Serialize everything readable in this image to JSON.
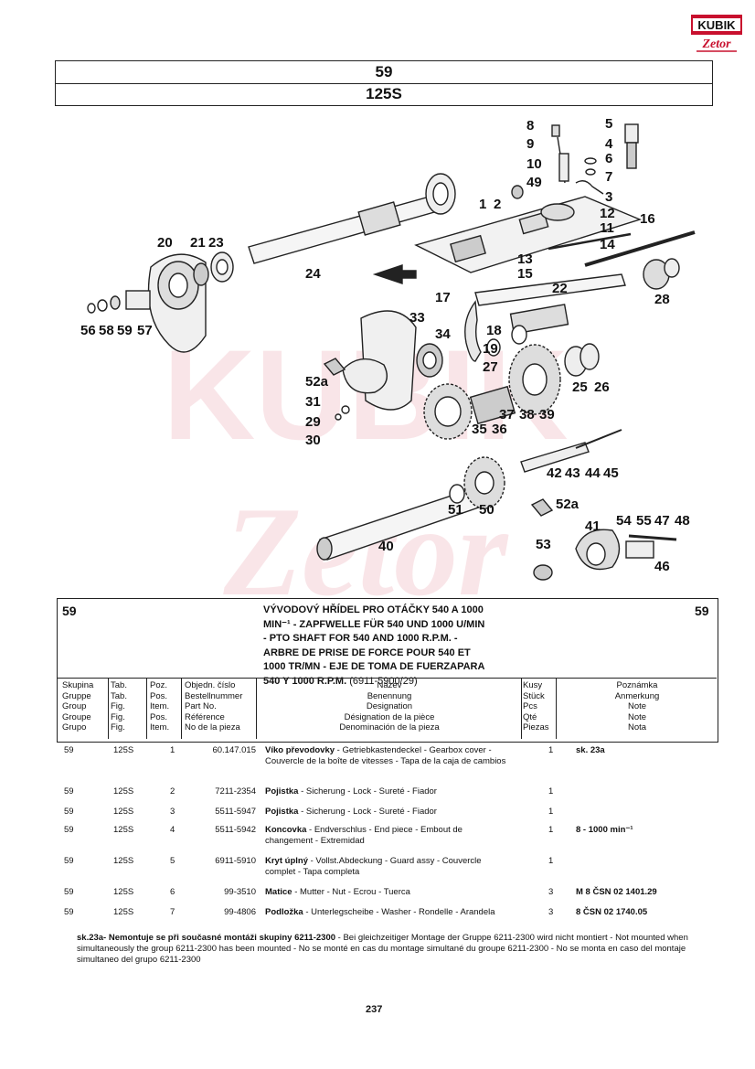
{
  "logo": {
    "top": "KUBIK",
    "bottom": "Zetor"
  },
  "header": {
    "group": "59",
    "tab": "125S"
  },
  "diagram": {
    "labels": [
      "8",
      "5",
      "9",
      "4",
      "10",
      "6",
      "49",
      "7",
      "3",
      "1",
      "2",
      "12",
      "16",
      "11",
      "14",
      "13",
      "15",
      "20",
      "21",
      "23",
      "24",
      "22",
      "28",
      "17",
      "18",
      "19",
      "27",
      "33",
      "34",
      "56",
      "58",
      "59",
      "57",
      "52a",
      "31",
      "29",
      "30",
      "25",
      "26",
      "37",
      "35",
      "36",
      "38",
      "39",
      "42",
      "43",
      "44",
      "45",
      "51",
      "50",
      "52a",
      "40",
      "41",
      "54",
      "55",
      "47",
      "48",
      "53",
      "46"
    ]
  },
  "section": {
    "group_left": "59",
    "group_right": "59",
    "title_lines": [
      "VÝVODOVÝ HŘÍDEL PRO OTÁČKY 540 A 1000",
      "MIN⁻¹ - ZAPFWELLE FÜR 540 UND 1000 U/MIN",
      "- PTO SHAFT FOR 540 AND 1000 R.P.M. -",
      "ARBRE DE PRISE DE FORCE POUR 540 ET",
      "1000 TR/MN - EJE DE TOMA DE FUERZAPARA"
    ],
    "title_last_bold": "540 Y 1000 R.P.M.",
    "title_last_normal": " (6911-5900/29)"
  },
  "columns": {
    "skupina": "Skupina\nGruppe\nGroup\nGroupe\nGrupo",
    "tab": "Tab.\nTab.\nFig.\nFig.\nFig.",
    "poz": "Poz.\nPos.\nItem.\nPos.\nItem.",
    "part": "Objedn. číslo\nBestellnummer\nPart No.\nRéférence\nNo de la pieza",
    "name": "Název\nBenennung\nDesignation\nDésignation de la pièce\nDenominación de la pieza",
    "qty": "Kusy\nStück\nPcs\nQté\nPiezas",
    "note": "Poznámka\nAnmerkung\nNote\nNote\nNota"
  },
  "rows": [
    {
      "sk": "59",
      "tab": "125S",
      "poz": "1",
      "num": "60.147.015",
      "name": "Víko převodovky",
      "desc": " - Getriebkastendeckel - Gearbox cover - Couvercle de la boîte de vitesses - Tapa de la caja de cambios",
      "qty": "1",
      "note": "sk. 23a"
    },
    {
      "sk": "59",
      "tab": "125S",
      "poz": "2",
      "num": "7211-2354",
      "name": "Pojistka",
      "desc": " - Sicherung - Lock - Sureté - Fiador",
      "qty": "1",
      "note": ""
    },
    {
      "sk": "59",
      "tab": "125S",
      "poz": "3",
      "num": "5511-5947",
      "name": "Pojistka",
      "desc": " - Sicherung - Lock - Sureté - Fiador",
      "qty": "1",
      "note": ""
    },
    {
      "sk": "59",
      "tab": "125S",
      "poz": "4",
      "num": "5511-5942",
      "name": "Koncovka",
      "desc": " - Endverschlus - End piece - Embout de changement - Extremidad",
      "qty": "1",
      "note": "8 - 1000 min⁻¹"
    },
    {
      "sk": "59",
      "tab": "125S",
      "poz": "5",
      "num": "6911-5910",
      "name": "Kryt úplný",
      "desc": " - Vollst.Abdeckung - Guard assy - Couvercle complet - Tapa completa",
      "qty": "1",
      "note": ""
    },
    {
      "sk": "59",
      "tab": "125S",
      "poz": "6",
      "num": "99-3510",
      "name": "Matice",
      "desc": " - Mutter - Nut - Ecrou - Tuerca",
      "qty": "3",
      "note": "M 8 ČSN 02 1401.29"
    },
    {
      "sk": "59",
      "tab": "125S",
      "poz": "7",
      "num": "99-4806",
      "name": "Podložka",
      "desc": " - Unterlegscheibe - Washer - Rondelle - Arandela",
      "qty": "3",
      "note": "8 ČSN 02 1740.05"
    }
  ],
  "footnote": {
    "bold": "sk.23a- Nemontuje se při současné montáži skupiny 6211-2300",
    "rest": " - Bei gleichzeitiger Montage der  Gruppe 6211-2300  wird nicht montiert - Not mounted when simultaneously the group 6211-2300   has been mounted - No se monté en cas du montage simultané du groupe    6211-2300 - No se monta en caso del montaje simultaneo del grupo 6211-2300"
  },
  "page_number": "237"
}
